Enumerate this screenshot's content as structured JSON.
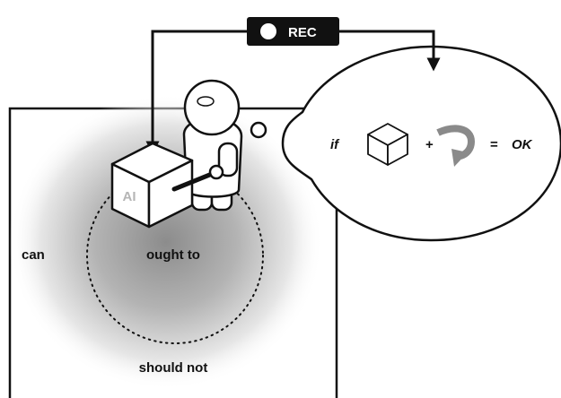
{
  "rec_badge": {
    "text": "REC"
  },
  "zones": {
    "can_label": "can",
    "ought_to_label": "ought to",
    "should_not_label": "should not"
  },
  "cube": {
    "label": "AI"
  },
  "thought_bubble": {
    "if_label": "if",
    "plus_label": "+",
    "equals_label": "=",
    "ok_label": "OK"
  },
  "colors": {
    "ink": "#111111",
    "rec_badge_bg": "#111111",
    "rec_text": "#ffffff",
    "gray_arrow": "#8a8a8a",
    "cube_label": "#b5b5b5",
    "shadow_center": "#8c8c8c"
  },
  "icons": {
    "rec_dot": "record-dot-icon",
    "user_figure": "astronaut-figure-icon",
    "cube_in_bubble": "cube-icon",
    "rotate_arrow": "rotate-arrow-icon"
  }
}
